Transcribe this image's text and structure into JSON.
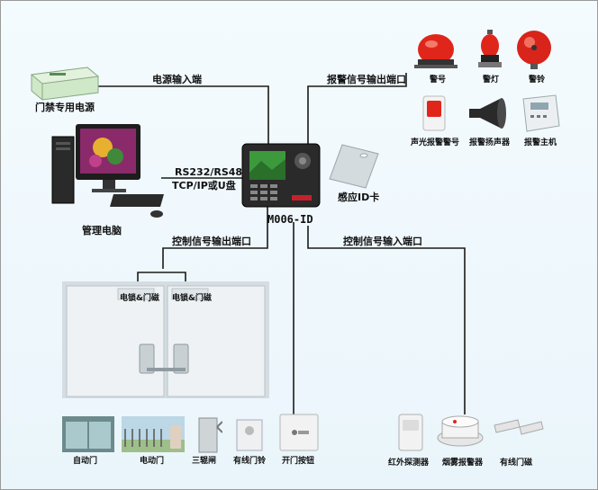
{
  "device": {
    "model": "M006-ID",
    "card": "感应ID卡"
  },
  "power": {
    "label": "门禁专用电源",
    "link": "电源输入端"
  },
  "pc": {
    "label": "管理电脑",
    "link_line1": "RS232/RS485",
    "link_line2": "TCP/IP或U盘"
  },
  "alarm": {
    "link": "报警信号输出端口",
    "devices": [
      "警号",
      "警灯",
      "警铃",
      "声光报警警号",
      "报警扬声器",
      "报警主机"
    ]
  },
  "control_out": {
    "link": "控制信号输出端口",
    "locks": [
      "电锁&门磁",
      "电锁&门磁"
    ],
    "devices": [
      "自动门",
      "电动门",
      "三辊闸",
      "有线门铃",
      "开门按钮"
    ]
  },
  "control_in": {
    "link": "控制信号输入端口",
    "devices": [
      "红外探测器",
      "烟雾报警器",
      "有线门磁"
    ]
  },
  "colors": {
    "wire": "#1a1a1a",
    "door": "#e9eef1",
    "alarm_red": "#e0261b",
    "screen": "#3c9a3c"
  }
}
